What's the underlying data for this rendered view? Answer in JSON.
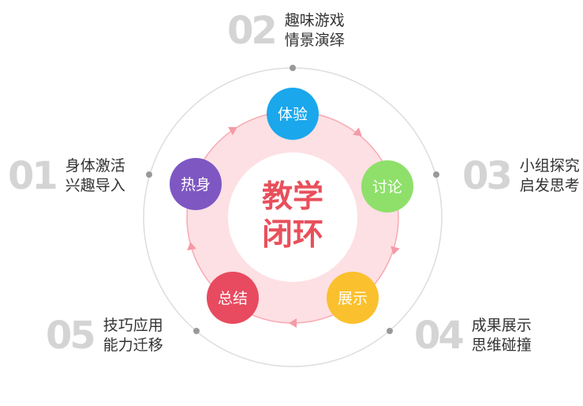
{
  "center": {
    "line1": "教学",
    "line2": "闭环"
  },
  "nodes": [
    {
      "id": "tiyan",
      "label": "体验",
      "color": "#1aa7ec"
    },
    {
      "id": "taolun",
      "label": "讨论",
      "color": "#8ee06a"
    },
    {
      "id": "zhanshi",
      "label": "展示",
      "color": "#fbc02d"
    },
    {
      "id": "zongjie",
      "label": "总结",
      "color": "#e84a5f"
    },
    {
      "id": "reshen",
      "label": "热身",
      "color": "#7e57c2"
    }
  ],
  "steps": {
    "s01": {
      "num": "01",
      "line1": "身体激活",
      "line2": "兴趣导入"
    },
    "s02": {
      "num": "02",
      "line1": "趣味游戏",
      "line2": "情景演绎"
    },
    "s03": {
      "num": "03",
      "line1": "小组探究",
      "line2": "启发思考"
    },
    "s04": {
      "num": "04",
      "line1": "成果展示",
      "line2": "思维碰撞"
    },
    "s05": {
      "num": "05",
      "line1": "技巧应用",
      "line2": "能力迁移"
    }
  },
  "colors": {
    "ring": "#fde0e3",
    "ring_border": "#f7a9b3",
    "arrow": "#f59aa6",
    "outer_circle": "#dddddd",
    "dot": "#999999"
  }
}
